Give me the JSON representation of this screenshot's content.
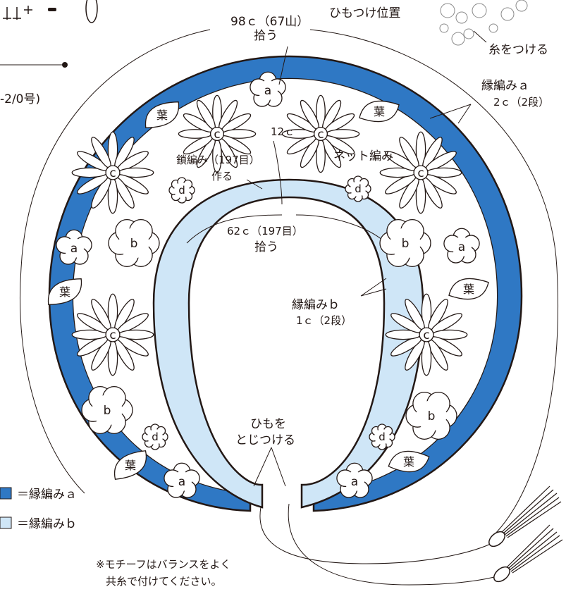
{
  "labels": {
    "top_count": "98ｃ（67山）",
    "top_pickup": "拾う",
    "himo_position": "ひもつけ位置",
    "thread_attach": "糸をつける",
    "edge_a_name": "縁編みａ",
    "edge_a_count": "2ｃ（2段）",
    "hook_size": "-2/0号)",
    "chain_12": "12ｃ",
    "chain_start": "鎖編み（197目）",
    "chain_make": "作る",
    "net_stitch": "ネット編み",
    "inner_count": "62ｃ（197目）",
    "inner_pickup": "拾う",
    "edge_b_name": "縁編みｂ",
    "edge_b_count": "1ｃ（2段）",
    "himo_sew_1": "ひもを",
    "himo_sew_2": "とじつける"
  },
  "legend": {
    "a_label": "＝縁編みａ",
    "b_label": "＝縁編みｂ"
  },
  "note": {
    "line1": "※モチーフはバランスをよく",
    "line2": "共糸で付けてください。"
  },
  "motif_labels": {
    "a": "a",
    "b": "b",
    "c": "c",
    "d": "d",
    "leaf": "葉"
  },
  "colors": {
    "edge_a": "#2f78c4",
    "edge_b": "#cfe6f7",
    "ink": "#231815"
  }
}
